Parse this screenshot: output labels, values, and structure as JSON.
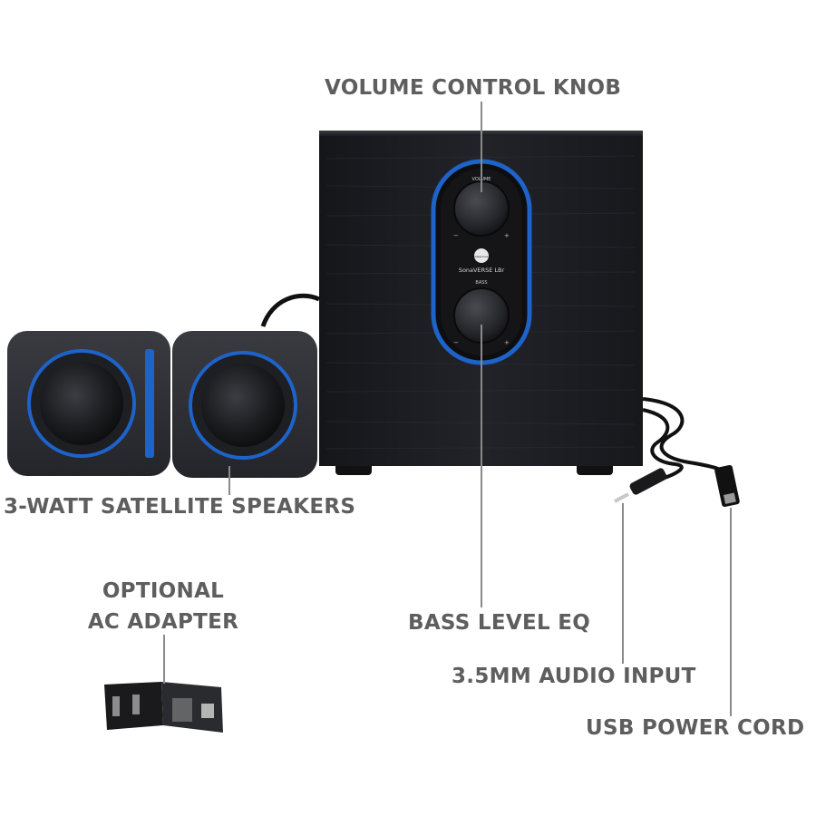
{
  "labels": {
    "volume_knob": "VOLUME CONTROL KNOB",
    "satellites": "3-WATT SATELLITE SPEAKERS",
    "adapter_line1": "OPTIONAL",
    "adapter_line2": "AC ADAPTER",
    "bass_eq": "BASS LEVEL EQ",
    "audio_input": "3.5MM AUDIO INPUT",
    "usb_cord": "USB POWER CORD"
  },
  "panel": {
    "knob_top_label": "VOLUME",
    "knob_bottom_label": "BASS",
    "brand_line": "SonaVERSE LBr",
    "logo_mark": "GOgroove",
    "minus_sign": "−",
    "plus_sign": "+"
  },
  "colors": {
    "label_text": "#5e5e5e",
    "cabinet": "#1b1c1f",
    "speaker_body": "#2b2c30",
    "accent_ring": "#1e63c9",
    "pointer_line": "#8a8a8a"
  }
}
